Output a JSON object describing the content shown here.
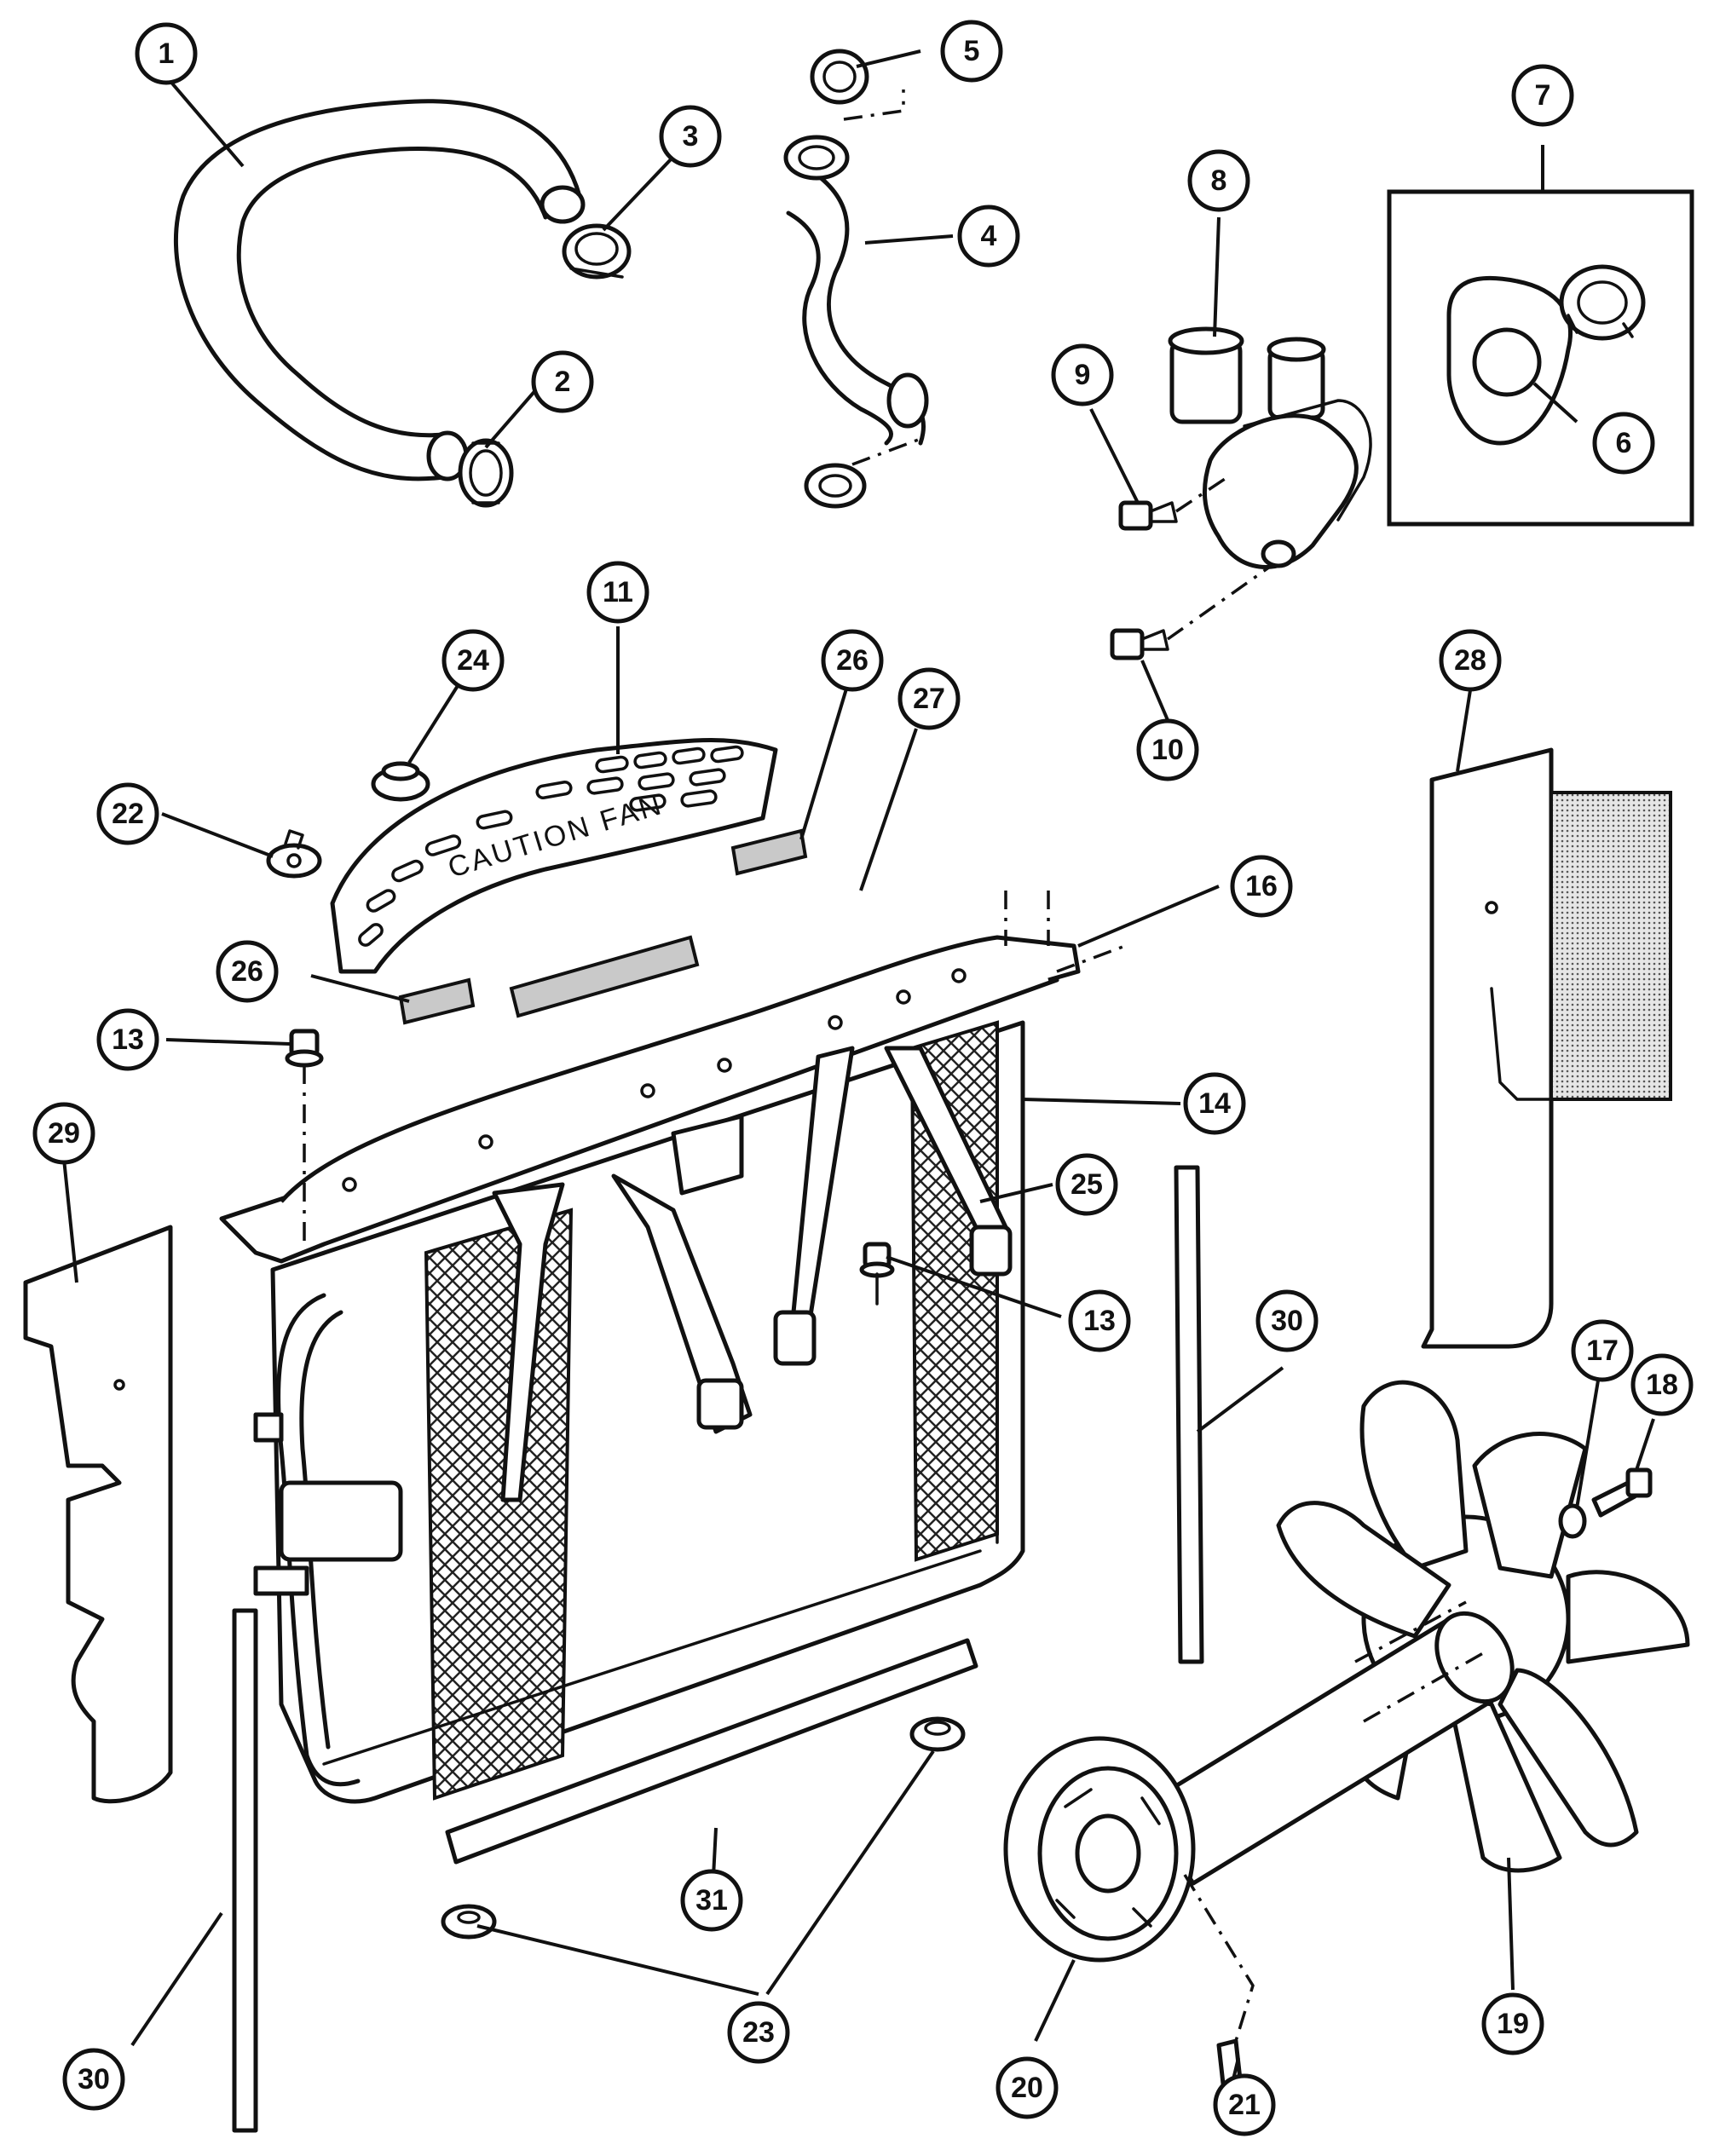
{
  "diagram": {
    "shroud_text": "CAUTION FAN",
    "callouts": [
      {
        "id": "c1",
        "label": "1"
      },
      {
        "id": "c2",
        "label": "2"
      },
      {
        "id": "c3",
        "label": "3"
      },
      {
        "id": "c4",
        "label": "4"
      },
      {
        "id": "c5",
        "label": "5"
      },
      {
        "id": "c6",
        "label": "6"
      },
      {
        "id": "c7",
        "label": "7"
      },
      {
        "id": "c8",
        "label": "8"
      },
      {
        "id": "c9",
        "label": "9"
      },
      {
        "id": "c10",
        "label": "10"
      },
      {
        "id": "c11",
        "label": "11"
      },
      {
        "id": "c13a",
        "label": "13"
      },
      {
        "id": "c13b",
        "label": "13"
      },
      {
        "id": "c14",
        "label": "14"
      },
      {
        "id": "c16",
        "label": "16"
      },
      {
        "id": "c17",
        "label": "17"
      },
      {
        "id": "c18",
        "label": "18"
      },
      {
        "id": "c19",
        "label": "19"
      },
      {
        "id": "c20",
        "label": "20"
      },
      {
        "id": "c21",
        "label": "21"
      },
      {
        "id": "c22",
        "label": "22"
      },
      {
        "id": "c23",
        "label": "23"
      },
      {
        "id": "c24",
        "label": "24"
      },
      {
        "id": "c25",
        "label": "25"
      },
      {
        "id": "c26a",
        "label": "26"
      },
      {
        "id": "c26b",
        "label": "26"
      },
      {
        "id": "c27",
        "label": "27"
      },
      {
        "id": "c28",
        "label": "28"
      },
      {
        "id": "c29",
        "label": "29"
      },
      {
        "id": "c30a",
        "label": "30"
      },
      {
        "id": "c30b",
        "label": "30"
      },
      {
        "id": "c31",
        "label": "31"
      }
    ]
  }
}
